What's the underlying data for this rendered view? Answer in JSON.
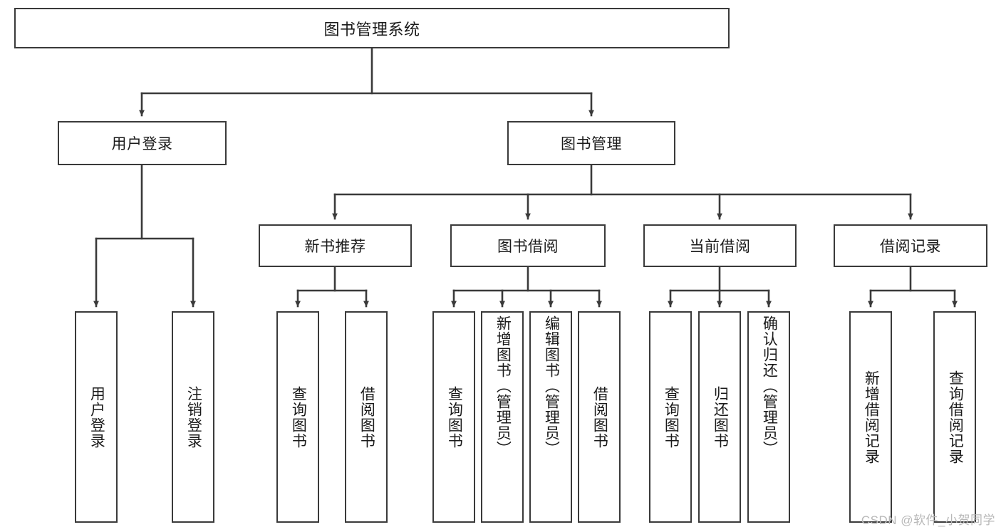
{
  "diagram": {
    "title": "图书管理系统",
    "watermark": "CSDN @软件_小贺同学",
    "root": {
      "label": "图书管理系统"
    },
    "level2": [
      {
        "label": "用户登录"
      },
      {
        "label": "图书管理"
      }
    ],
    "level3": [
      {
        "label": "新书推荐"
      },
      {
        "label": "图书借阅"
      },
      {
        "label": "当前借阅"
      },
      {
        "label": "借阅记录"
      }
    ],
    "leaves": {
      "user_login": [
        {
          "label": "用户登录"
        },
        {
          "label": "注销登录"
        }
      ],
      "new_book": [
        {
          "label": "查询图书"
        },
        {
          "label": "借阅图书"
        }
      ],
      "book_borrow": [
        {
          "label": "查询图书"
        },
        {
          "label": "新增图书（管理员）"
        },
        {
          "label": "编辑图书（管理员）"
        },
        {
          "label": "借阅图书"
        }
      ],
      "current_borrow": [
        {
          "label": "查询图书"
        },
        {
          "label": "归还图书"
        },
        {
          "label": "确认归还（管理员）"
        }
      ],
      "borrow_record": [
        {
          "label": "新增借阅记录"
        },
        {
          "label": "查询借阅记录"
        }
      ]
    },
    "colors": {
      "border": "#3a3a3a",
      "text": "#1a1a1a",
      "background": "#ffffff",
      "watermark": "#b8b8b8"
    }
  }
}
